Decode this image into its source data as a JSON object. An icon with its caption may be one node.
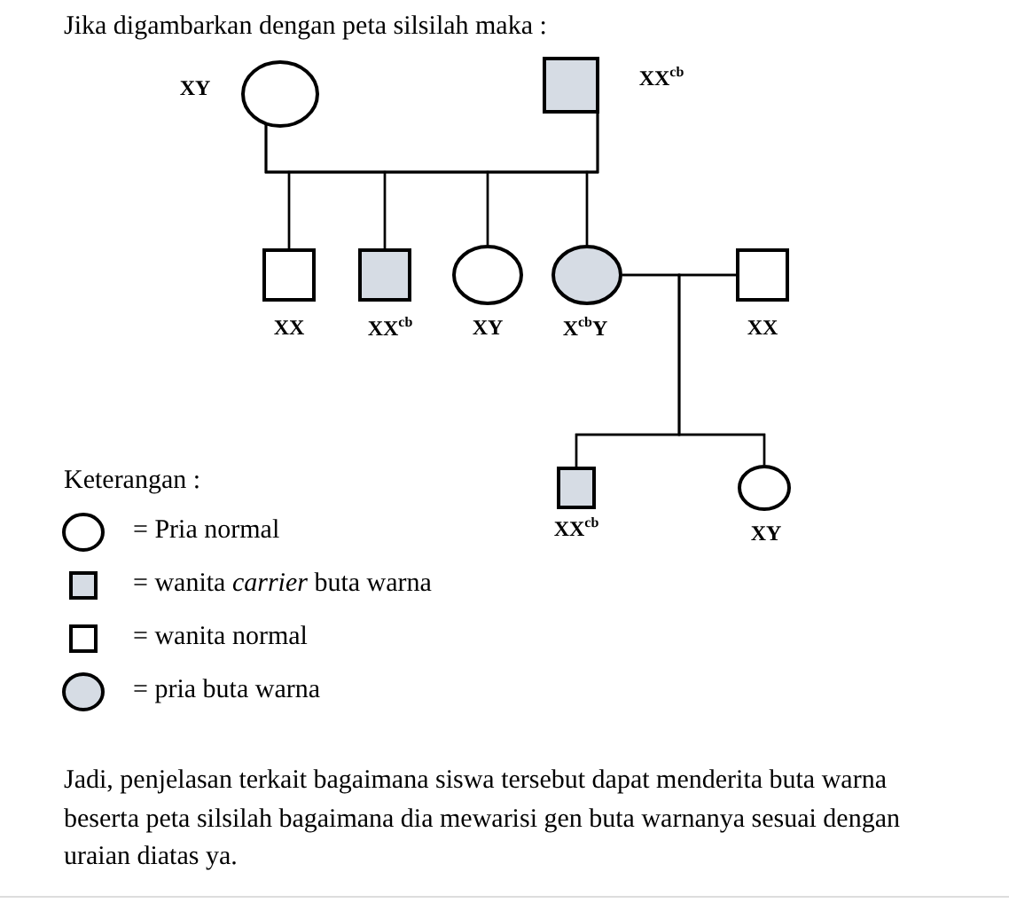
{
  "diagram": {
    "title": "Jika digambarkan dengan peta silsilah maka :",
    "nodes": [
      {
        "text": [],
        "shape": "circle",
        "beside": [
          "XY"
        ]
      },
      {
        "text": [],
        "shape": "box",
        "beside": [
          "XX$^{cb}$"
        ]
      },
      {
        "text": [],
        "shape": "box",
        "beside": [
          "XX"
        ]
      },
      {
        "text": [],
        "shape": "box",
        "beside": [
          "XX$^{cb}$"
        ]
      },
      {
        "text": [],
        "shape": "circle",
        "beside": [
          "XY"
        ]
      },
      {
        "text": [],
        "shape": "circle",
        "beside": [
          "X$^{cb}$Y"
        ]
      },
      {
        "text": [],
        "shape": "box",
        "beside": [
          "XX"
        ]
      },
      {
        "text": [],
        "shape": "box",
        "beside": [
          "XX$^{cb}$"
        ]
      },
      {
        "text": [],
        "shape": "circle",
        "beside": [
          "XY"
        ]
      }
    ],
    "edges": [
      {
        "from": 0,
        "to": 2,
        "arrow": "none"
      },
      {
        "from": 0,
        "to": 3,
        "arrow": "none"
      },
      {
        "from": 0,
        "to": 4,
        "arrow": "none"
      },
      {
        "from": 0,
        "to": 5,
        "arrow": "none"
      },
      {
        "from": 1,
        "to": 2,
        "arrow": "none"
      },
      {
        "from": 1,
        "to": 3,
        "arrow": "none"
      },
      {
        "from": 1,
        "to": 4,
        "arrow": "none"
      },
      {
        "from": 1,
        "to": 5,
        "arrow": "none"
      },
      {
        "from": 5,
        "to": 7,
        "arrow": "none"
      },
      {
        "from": 5,
        "to": 8,
        "arrow": "none"
      },
      {
        "from": 6,
        "to": 7,
        "arrow": "none"
      },
      {
        "from": 6,
        "to": 8,
        "arrow": "none"
      }
    ],
    "labels": [
      "Keterangan :",
      "Jadi, penjelasan terkait bagaimana siswa tersebut dapat menderita buta warna beserta peta silsilah bagaimana dia mewarisi gen buta warnanya sesuai dengan uraian diatas ya."
    ],
    "legend": [
      {
        "text": "= Pria normal"
      },
      {
        "text": "= wanita *carrier* buta warna"
      },
      {
        "text": "= wanita normal"
      },
      {
        "text": "= pria buta warna"
      }
    ]
  }
}
